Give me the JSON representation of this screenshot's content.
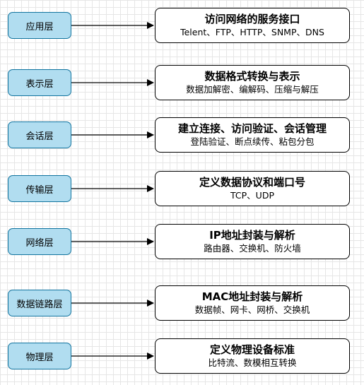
{
  "layers": [
    {
      "name": "应用层",
      "title": "访问网络的服务接口",
      "detail": "Telent、FTP、HTTP、SNMP、DNS"
    },
    {
      "name": "表示层",
      "title": "数据格式转换与表示",
      "detail": "数据加解密、编解码、压缩与解压"
    },
    {
      "name": "会话层",
      "title": "建立连接、访问验证、会话管理",
      "detail": "登陆验证、断点续传、粘包分包"
    },
    {
      "name": "传输层",
      "title": "定义数据协议和端口号",
      "detail": "TCP、UDP"
    },
    {
      "name": "网络层",
      "title": "IP地址封装与解析",
      "detail": "路由器、交换机、防火墙"
    },
    {
      "name": "数据链路层",
      "title": "MAC地址封装与解析",
      "detail": "数据帧、网卡、网桥、交换机"
    },
    {
      "name": "物理层",
      "title": "定义物理设备标准",
      "detail": "比特流、数模相互转换"
    }
  ]
}
